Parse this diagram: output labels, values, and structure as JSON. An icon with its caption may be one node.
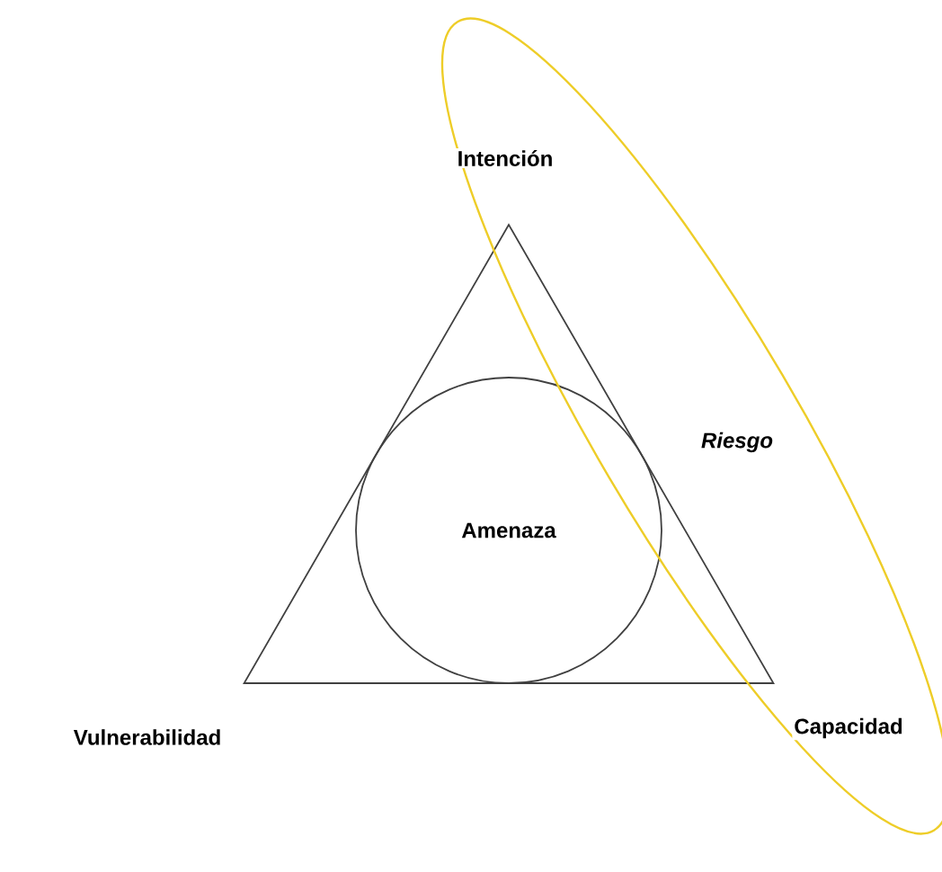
{
  "diagram": {
    "nodes": [
      {
        "text": [],
        "shape": "triangle"
      },
      {
        "text": [
          "Amenaza"
        ],
        "in": 0
      },
      {
        "text": [
          "Riesgo"
        ]
      }
    ],
    "labels": [
      "Intención",
      "Vulnerabilidad",
      "Capacidad"
    ]
  }
}
